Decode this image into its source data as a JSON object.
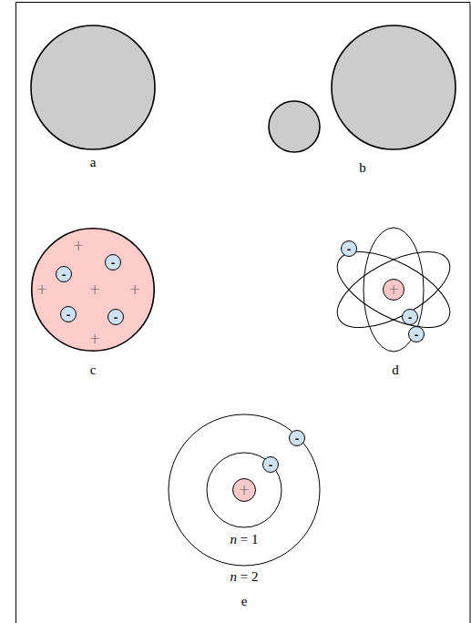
{
  "diagram": {
    "nodes": [
      {
        "text": [
          "+",
          "+",
          "+",
          "+",
          "+"
        ]
      },
      {
        "text": [
          "-"
        ],
        "in": 0
      },
      {
        "text": [
          "-"
        ],
        "in": 0
      },
      {
        "text": [
          "-"
        ],
        "in": 0
      },
      {
        "text": [
          "-"
        ],
        "in": 0
      },
      {
        "text": [
          "+"
        ]
      },
      {
        "text": [
          "-"
        ]
      },
      {
        "text": [
          "-"
        ]
      },
      {
        "text": [
          "-"
        ]
      },
      {
        "text": [
          "+"
        ]
      },
      {
        "text": [
          "-"
        ]
      },
      {
        "text": [
          "-"
        ]
      }
    ],
    "labels": [
      "a",
      "b",
      "c",
      "d",
      "e",
      "n = 1",
      "n = 2"
    ]
  }
}
